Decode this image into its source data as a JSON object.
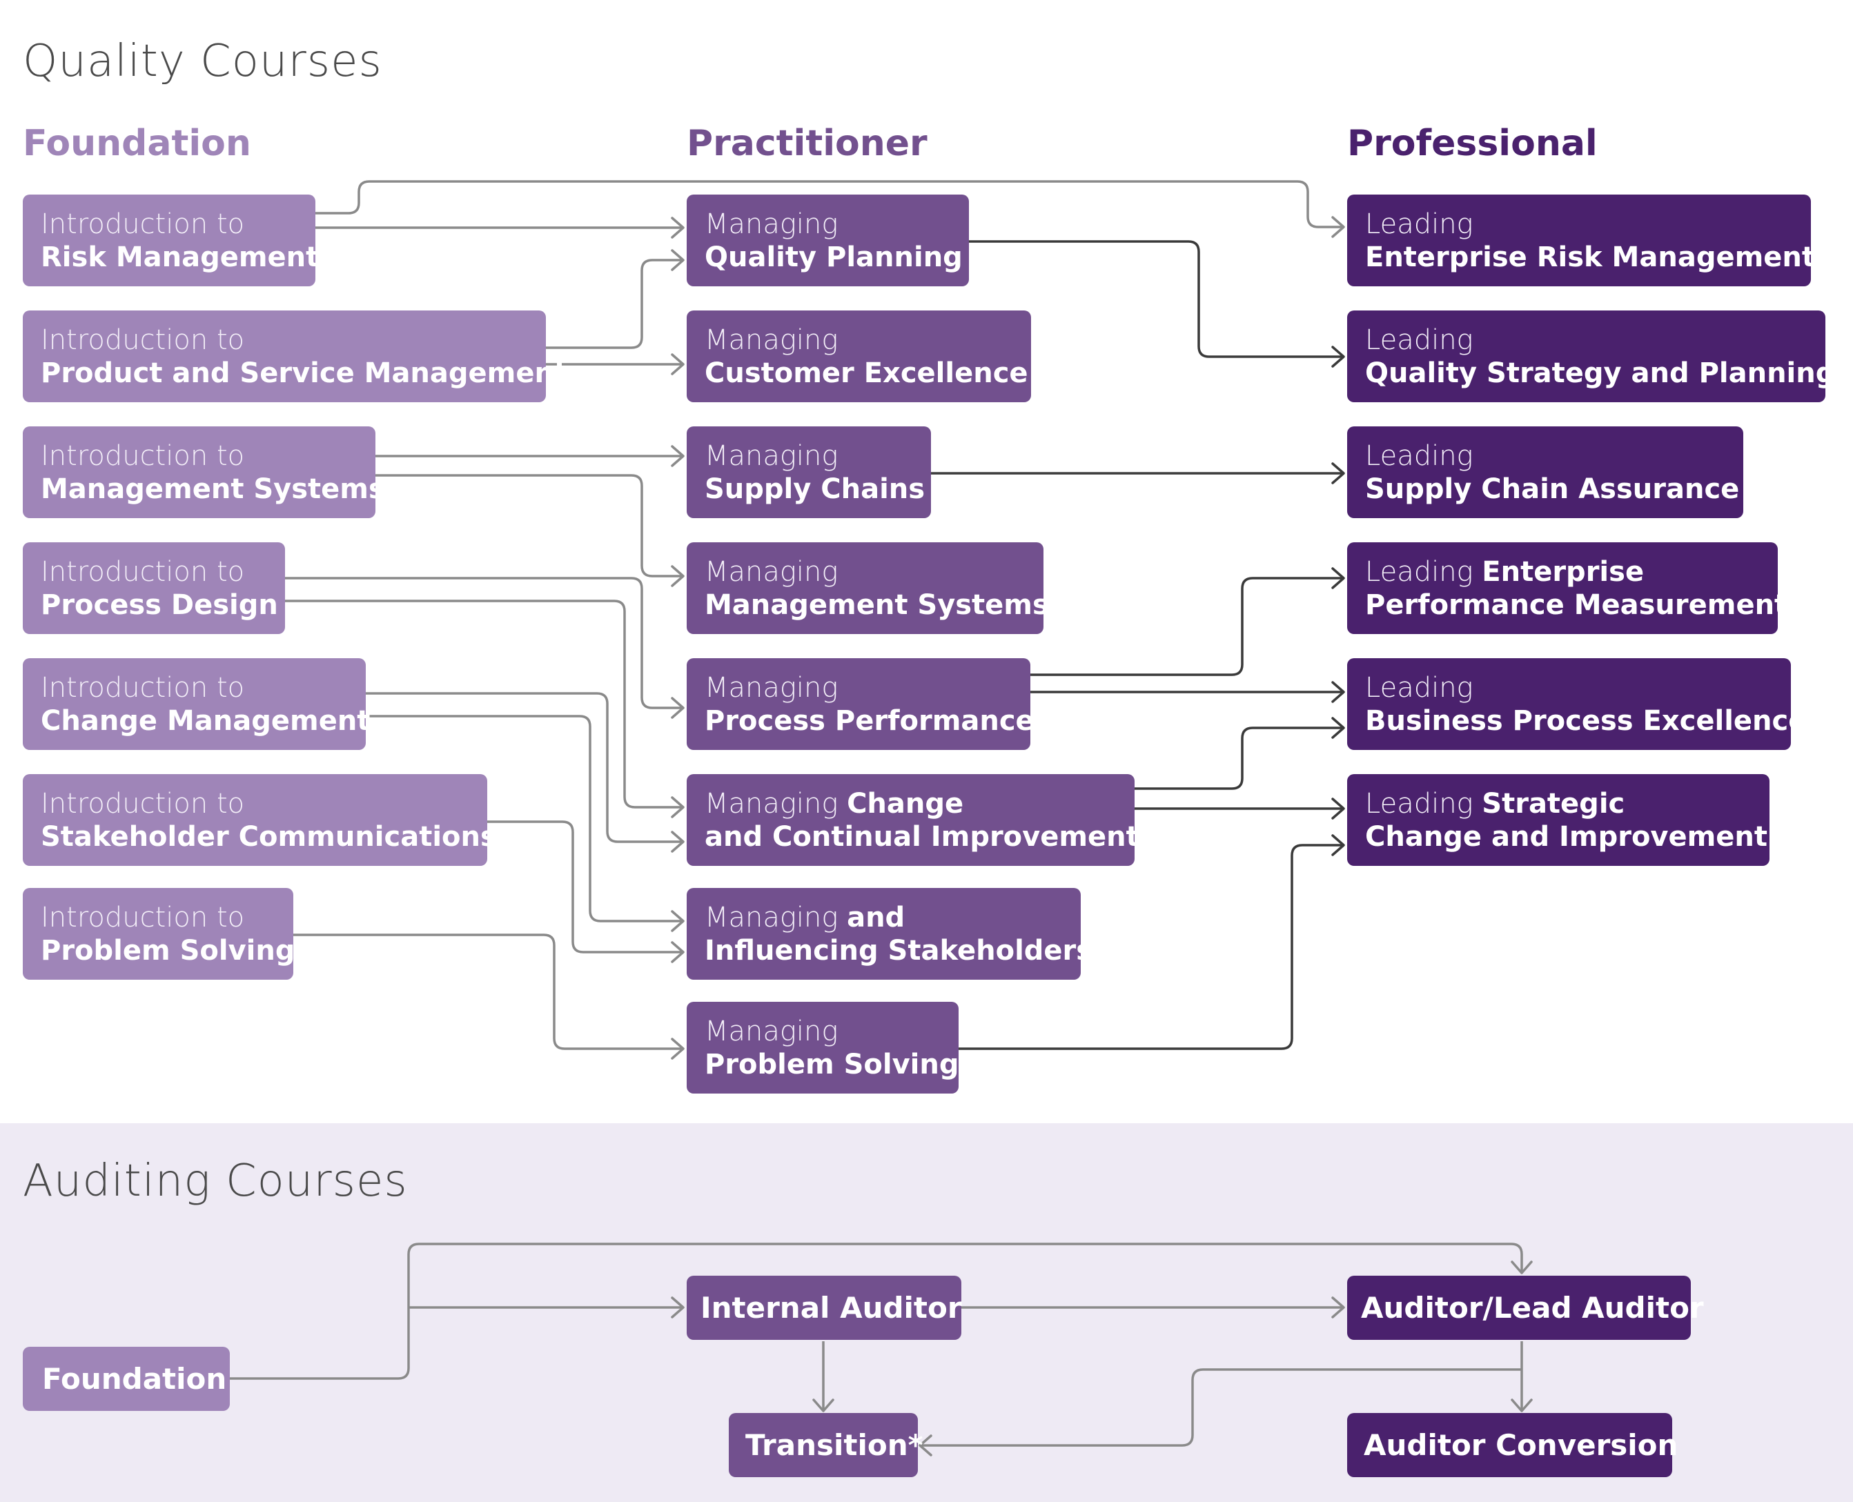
{
  "quality": {
    "title": "Quality Courses",
    "columns": {
      "foundation": "Foundation",
      "practitioner": "Practitioner",
      "professional": "Professional"
    },
    "colors": {
      "foundation": "#9f85b8",
      "practitioner": "#72508e",
      "professional": "#4a216d"
    },
    "foundation": [
      {
        "prefix": "Introduction to",
        "name": "Risk Management"
      },
      {
        "prefix": "Introduction to",
        "name": "Product and Service Management"
      },
      {
        "prefix": "Introduction to",
        "name": "Management Systems"
      },
      {
        "prefix": "Introduction to",
        "name": "Process Design"
      },
      {
        "prefix": "Introduction to",
        "name": "Change Management"
      },
      {
        "prefix": "Introduction to",
        "name": "Stakeholder Communications"
      },
      {
        "prefix": "Introduction to",
        "name": "Problem Solving"
      }
    ],
    "practitioner": [
      {
        "prefix": "Managing",
        "name": "Quality Planning"
      },
      {
        "prefix": "Managing",
        "name": "Customer Excellence"
      },
      {
        "prefix": "Managing",
        "name": "Supply Chains"
      },
      {
        "prefix": "Managing",
        "name": "Management Systems"
      },
      {
        "prefix": "Managing",
        "name": "Process Performance"
      },
      {
        "prefix": "Managing",
        "prefix_bold": "Change",
        "name": "and Continual Improvement"
      },
      {
        "prefix": "Managing",
        "prefix_bold": "and",
        "name": "Influencing Stakeholders"
      },
      {
        "prefix": "Managing",
        "name": "Problem Solving"
      }
    ],
    "professional": [
      {
        "prefix": "Leading",
        "name": "Enterprise Risk Management"
      },
      {
        "prefix": "Leading",
        "name": "Quality Strategy and Planning"
      },
      {
        "prefix": "Leading",
        "name": "Supply Chain Assurance"
      },
      {
        "prefix": "Leading",
        "prefix_bold": "Enterprise",
        "name": "Performance Measurement"
      },
      {
        "prefix": "Leading",
        "name": "Business Process Excellence"
      },
      {
        "prefix": "Leading",
        "prefix_bold": "Strategic",
        "name": "Change and Improvement"
      }
    ]
  },
  "auditing": {
    "title": "Auditing Courses",
    "foundation": "Foundation",
    "internal_auditor": "Internal Auditor",
    "lead_auditor": "Auditor/Lead Auditor",
    "transition": "Transition*",
    "conversion": "Auditor Conversion"
  }
}
